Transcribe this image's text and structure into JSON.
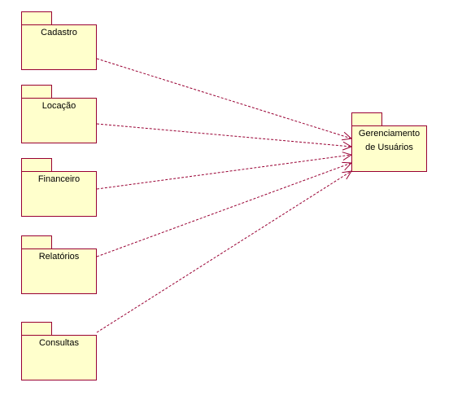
{
  "diagram": {
    "packages": [
      {
        "id": "cadastro",
        "name": "Cadastro"
      },
      {
        "id": "locacao",
        "name": "Locação"
      },
      {
        "id": "financeiro",
        "name": "Financeiro"
      },
      {
        "id": "relatorios",
        "name": "Relatórios"
      },
      {
        "id": "consultas",
        "name": "Consultas"
      }
    ],
    "target": {
      "id": "gerenciamento",
      "name_line1": "Gerenciamento",
      "name_line2": "de Usuários"
    },
    "dependencies": [
      {
        "from": "cadastro",
        "to": "gerenciamento"
      },
      {
        "from": "locacao",
        "to": "gerenciamento"
      },
      {
        "from": "financeiro",
        "to": "gerenciamento"
      },
      {
        "from": "relatorios",
        "to": "gerenciamento"
      },
      {
        "from": "consultas",
        "to": "gerenciamento"
      }
    ],
    "colors": {
      "fill": "#ffffcc",
      "stroke": "#990033"
    }
  }
}
